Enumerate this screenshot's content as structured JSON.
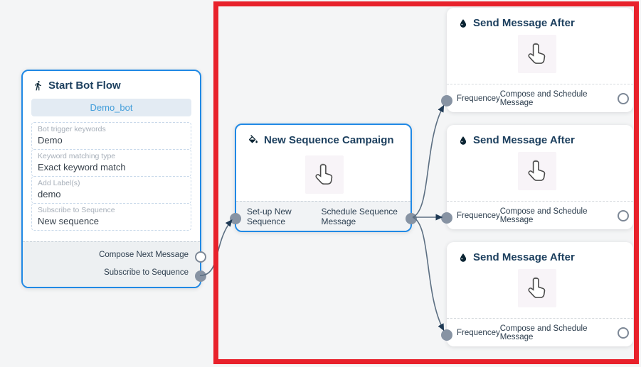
{
  "canvas": {
    "background": "#f4f5f6"
  },
  "colors": {
    "node_border_blue": "#2089e5",
    "highlight_red": "#e8212b",
    "port_gray": "#8793a3",
    "arrow_navy": "#1f3a55",
    "edge_gray": "#5c6f82",
    "title_navy": "#1c3f5e"
  },
  "nodes": {
    "start": {
      "title": "Start Bot Flow",
      "bot_button": "Demo_bot",
      "fields": [
        {
          "label": "Bot trigger keywords",
          "value": "Demo"
        },
        {
          "label": "Keyword matching type",
          "value": "Exact keyword match"
        },
        {
          "label": "Add Label(s)",
          "value": "demo"
        },
        {
          "label": "Subscribe to Sequence",
          "value": "New sequence"
        }
      ],
      "outputs": [
        {
          "label": "Compose Next Message",
          "port": "open"
        },
        {
          "label": "Subscribe to Sequence",
          "port": "filled"
        }
      ]
    },
    "campaign": {
      "title": "New Sequence Campaign",
      "outputs": [
        {
          "label": "Set-up New Sequence"
        },
        {
          "label": "Schedule Sequence Message"
        }
      ]
    },
    "send": {
      "title": "Send Message After",
      "input_label": "Frequencey",
      "output_label": "Compose and Schedule Message"
    }
  },
  "icons": {
    "start": "walking-person-icon",
    "campaign": "paint-bucket-icon",
    "send": "water-drop-icon",
    "center": "hand-pointer-icon"
  }
}
